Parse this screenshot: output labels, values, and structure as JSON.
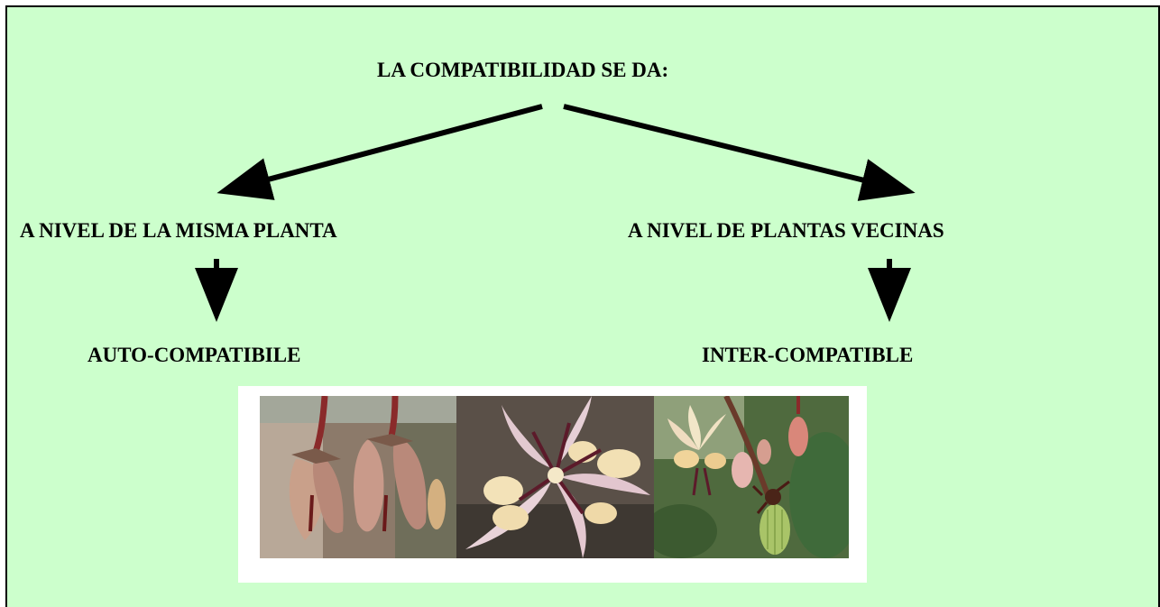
{
  "diagram": {
    "title": "LA COMPATIBILIDAD SE DA:",
    "branch_left": {
      "label": "A NIVEL DE LA MISMA PLANTA",
      "result": "AUTO-COMPATIBILE"
    },
    "branch_right": {
      "label": "A NIVEL DE PLANTAS VECINAS",
      "result": "INTER-COMPATIBLE"
    }
  },
  "photos": [
    {
      "subject": "drooping cacao flowers"
    },
    {
      "subject": "open cacao flower close-up"
    },
    {
      "subject": "cacao flowers and small pod"
    }
  ],
  "colors": {
    "background": "#ccffcc",
    "border": "#000000",
    "text": "#000000"
  }
}
